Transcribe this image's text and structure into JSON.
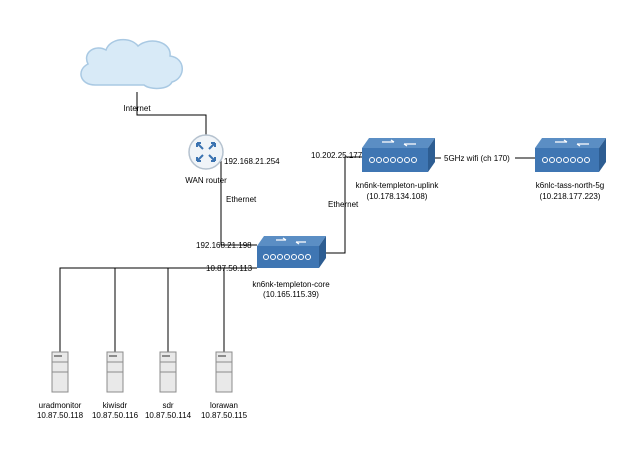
{
  "internet": {
    "label": "Internet",
    "icon": "cloud-icon"
  },
  "router": {
    "label": "WAN router",
    "ip": "192.168.21.254",
    "icon": "router-icon"
  },
  "links": {
    "router_core_label": "Ethernet",
    "core_uplink_label": "Ethernet",
    "uplink_north_label": "5GHz wifi (ch 170)"
  },
  "core": {
    "name": "kn6nk-templeton-core",
    "ip": "(10.165.115.39)",
    "wan_side_ip": "192.168.21.198",
    "lan_side_ip": "10.87.50.113",
    "icon": "switch-icon"
  },
  "uplink": {
    "name": "kn6nk-templeton-uplink",
    "ip": "(10.178.134.108)",
    "port_ip": "10.202.25.177",
    "icon": "switch-icon"
  },
  "north": {
    "name": "k6nlc-tass-north-5g",
    "ip": "(10.218.177.223)",
    "icon": "switch-icon"
  },
  "servers": [
    {
      "name": "uradmonitor",
      "ip": "10.87.50.118",
      "icon": "server-icon"
    },
    {
      "name": "kiwisdr",
      "ip": "10.87.50.116",
      "icon": "server-icon"
    },
    {
      "name": "sdr",
      "ip": "10.87.50.114",
      "icon": "server-icon"
    },
    {
      "name": "lorawan",
      "ip": "10.87.50.115",
      "icon": "server-icon"
    }
  ],
  "colors": {
    "cloud_fill": "#d8eaf7",
    "cloud_stroke": "#a9c9e3",
    "switch_top": "#5b8ec4",
    "switch_front": "#3f76b3",
    "switch_side": "#2d5d92",
    "router_fill": "#f0f4f8",
    "router_arrows": "#3a72b0",
    "server_fill": "#e9e9e9",
    "server_stroke": "#8c8c8c"
  }
}
